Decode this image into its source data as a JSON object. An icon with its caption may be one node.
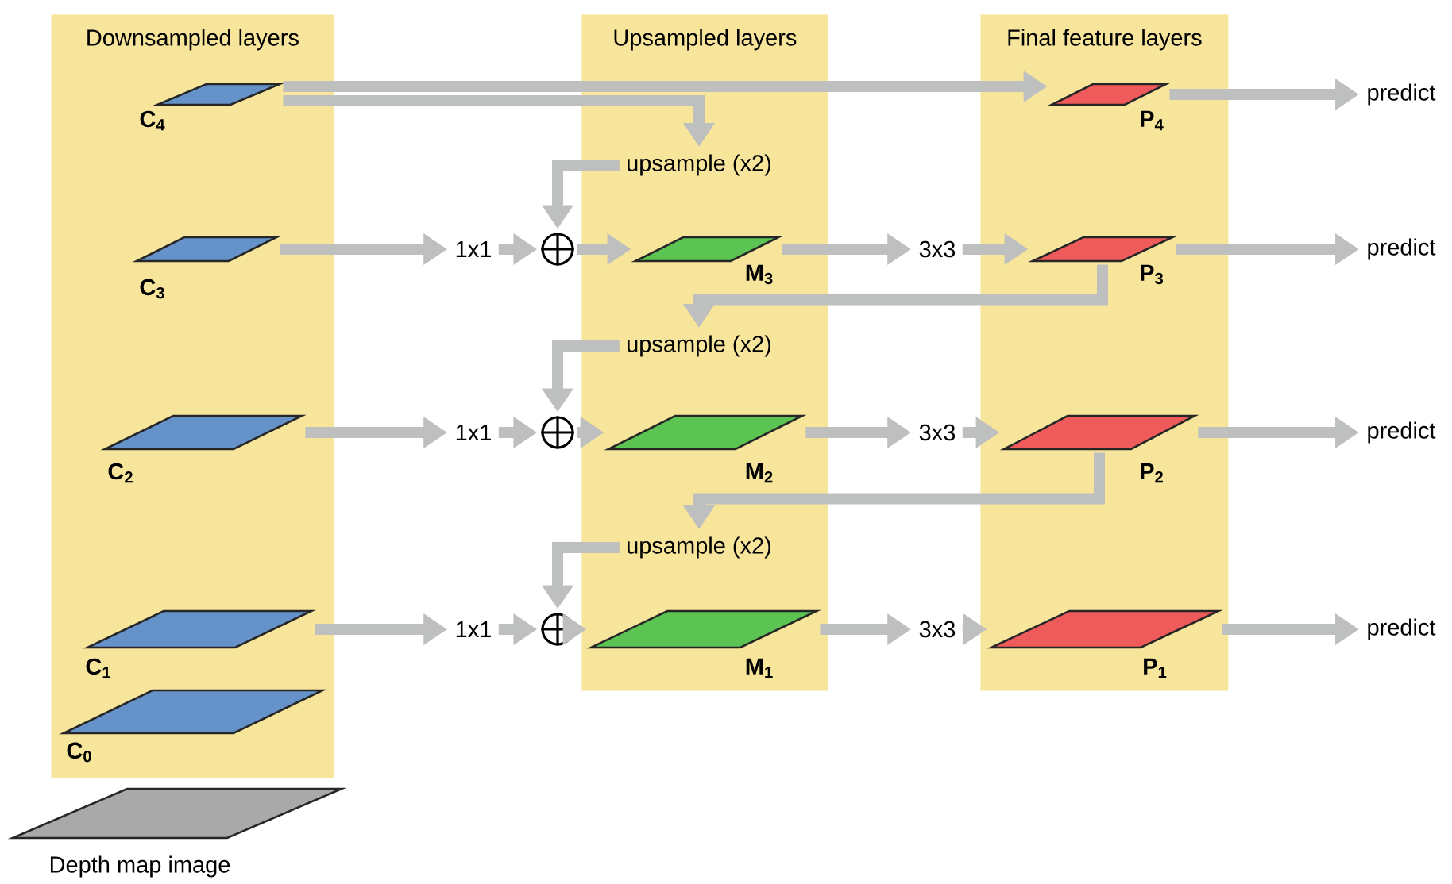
{
  "diagram": {
    "nodes": [
      {
        "text": [
          "Downsampled layers"
        ]
      },
      {
        "text": [
          "Upsampled layers"
        ]
      },
      {
        "text": [
          "Final feature layers"
        ]
      },
      {
        "text": [],
        "shape": "parallelogram",
        "beside": [
          "C$_{4}$"
        ],
        "in": 0
      },
      {
        "text": [],
        "shape": "parallelogram",
        "beside": [
          "C$_{3}$"
        ],
        "in": 0
      },
      {
        "text": [],
        "shape": "parallelogram",
        "beside": [
          "C$_{2}$"
        ],
        "in": 0
      },
      {
        "text": [],
        "shape": "parallelogram",
        "beside": [
          "C$_{1}$"
        ],
        "in": 0
      },
      {
        "text": [],
        "shape": "parallelogram",
        "beside": [
          "C$_{0}$"
        ],
        "in": 0
      },
      {
        "text": [],
        "shape": "parallelogram",
        "beside": [
          "Depth map image"
        ]
      },
      {
        "text": [],
        "shape": "parallelogram",
        "beside": [
          "M$_{3}$"
        ],
        "in": 1
      },
      {
        "text": [],
        "shape": "parallelogram",
        "beside": [
          "M$_{2}$"
        ],
        "in": 1
      },
      {
        "text": [],
        "shape": "parallelogram",
        "beside": [
          "M$_{1}$"
        ],
        "in": 1
      },
      {
        "text": [],
        "shape": "parallelogram",
        "beside": [
          "P$_{4}$"
        ],
        "in": 2
      },
      {
        "text": [],
        "shape": "parallelogram",
        "beside": [
          "P$_{3}$"
        ],
        "in": 2
      },
      {
        "text": [],
        "shape": "parallelogram",
        "beside": [
          "P$_{2}$"
        ],
        "in": 2
      },
      {
        "text": [],
        "shape": "parallelogram",
        "beside": [
          "P$_{1}$"
        ],
        "in": 2
      },
      {
        "text": [
          "upsample (x2)"
        ],
        "in": 1
      },
      {
        "text": [
          "upsample (x2)"
        ],
        "in": 1
      },
      {
        "text": [
          "upsample (x2)"
        ],
        "in": 1
      },
      {
        "text": [
          "1x1"
        ]
      },
      {
        "text": [
          "1x1"
        ]
      },
      {
        "text": [
          "1x1"
        ]
      },
      {
        "text": [],
        "shape": "circle"
      },
      {
        "text": [],
        "shape": "circle"
      },
      {
        "text": [],
        "shape": "circle"
      },
      {
        "text": [
          "3x3"
        ]
      },
      {
        "text": [
          "3x3"
        ]
      },
      {
        "text": [
          "3x3"
        ]
      },
      {
        "text": [
          "predict"
        ]
      },
      {
        "text": [
          "predict"
        ]
      },
      {
        "text": [
          "predict"
        ]
      },
      {
        "text": [
          "predict"
        ]
      }
    ],
    "edges": [
      {
        "from": 3,
        "to": 12,
        "arrow": "to"
      },
      {
        "from": 3,
        "to": 16,
        "arrow": "to"
      },
      {
        "from": 16,
        "to": 22,
        "arrow": "to"
      },
      {
        "from": 4,
        "to": 19,
        "arrow": "to"
      },
      {
        "from": 19,
        "to": 22,
        "arrow": "to"
      },
      {
        "from": 22,
        "to": 9,
        "arrow": "to"
      },
      {
        "from": 9,
        "to": 25,
        "arrow": "to"
      },
      {
        "from": 25,
        "to": 13,
        "arrow": "to"
      },
      {
        "from": 13,
        "to": 17,
        "arrow": "to"
      },
      {
        "from": 17,
        "to": 23,
        "arrow": "to"
      },
      {
        "from": 5,
        "to": 20,
        "arrow": "to"
      },
      {
        "from": 20,
        "to": 23,
        "arrow": "to"
      },
      {
        "from": 23,
        "to": 10,
        "arrow": "to"
      },
      {
        "from": 10,
        "to": 26,
        "arrow": "to"
      },
      {
        "from": 26,
        "to": 14,
        "arrow": "to"
      },
      {
        "from": 14,
        "to": 18,
        "arrow": "to"
      },
      {
        "from": 18,
        "to": 24,
        "arrow": "to"
      },
      {
        "from": 6,
        "to": 21,
        "arrow": "to"
      },
      {
        "from": 21,
        "to": 24,
        "arrow": "to"
      },
      {
        "from": 24,
        "to": 11,
        "arrow": "to"
      },
      {
        "from": 11,
        "to": 27,
        "arrow": "to"
      },
      {
        "from": 27,
        "to": 15,
        "arrow": "to"
      },
      {
        "from": 12,
        "to": 28,
        "arrow": "to"
      },
      {
        "from": 13,
        "to": 29,
        "arrow": "to"
      },
      {
        "from": 14,
        "to": 30,
        "arrow": "to"
      },
      {
        "from": 15,
        "to": 31,
        "arrow": "to"
      }
    ]
  }
}
